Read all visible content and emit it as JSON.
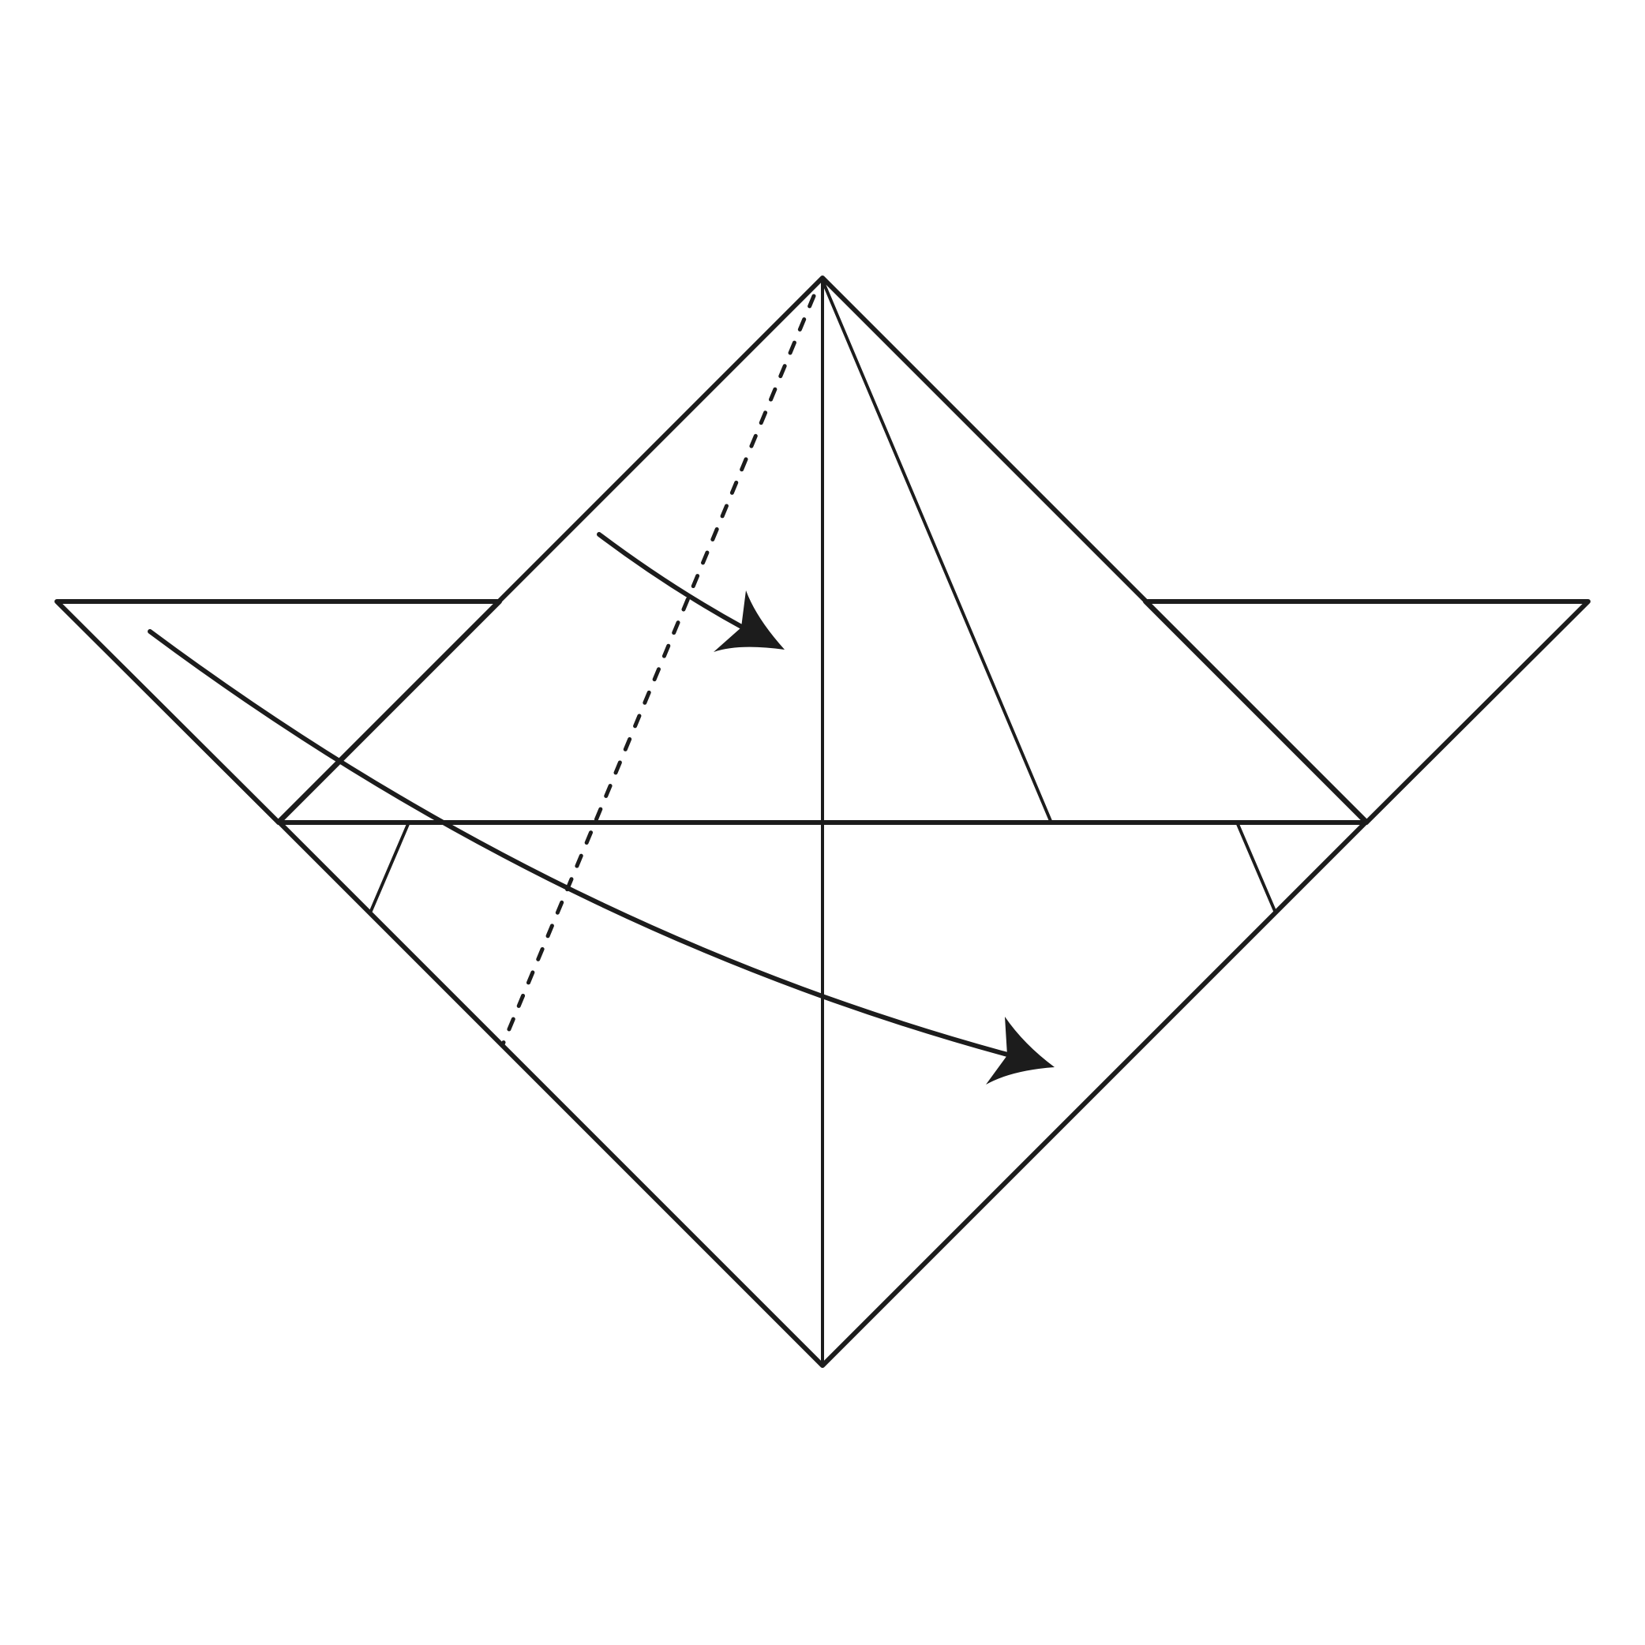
{
  "diagram": {
    "kind": "origami-fold-step",
    "colors": {
      "line": "#1c1c1c",
      "flap_fill": "#fcc8fc",
      "paper": "#ffffff",
      "background": "#ffffff"
    },
    "elements": [
      "paper-diamond-outline",
      "left-pink-flap",
      "right-pink-flap",
      "vertical-center-crease",
      "horizontal-fold-edge",
      "right-diagonal-crease",
      "left-small-crease",
      "right-small-crease",
      "valley-fold-dashed-line",
      "short-fold-arrow",
      "long-fold-arrow"
    ]
  }
}
